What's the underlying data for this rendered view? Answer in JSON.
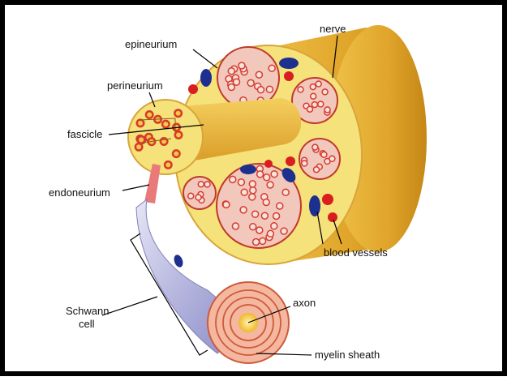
{
  "labels": {
    "epineurium": "epineurium",
    "nerve": "nerve",
    "perineurium": "perineurium",
    "fascicle": "fascicle",
    "endoneurium": "endoneurium",
    "blood_vessels": "blood vessels",
    "schwann_cell_line1": "Schwann",
    "schwann_cell_line2": "cell",
    "axon": "axon",
    "myelin_sheath": "myelin sheath"
  },
  "colors": {
    "nerve_sheath": "#e6b030",
    "nerve_sheath_dark": "#c98a15",
    "cross_section": "#f5e27a",
    "fascicle_fill": "#f2c7bc",
    "fascicle_border": "#c0392b",
    "fiber_red": "#d63a2e",
    "vessel_red": "#d81e1e",
    "vessel_blue": "#1d2f8f",
    "schwann_cell": "#b8b8e0",
    "myelin": "#f4b7a0",
    "axon": "#f5c842"
  }
}
